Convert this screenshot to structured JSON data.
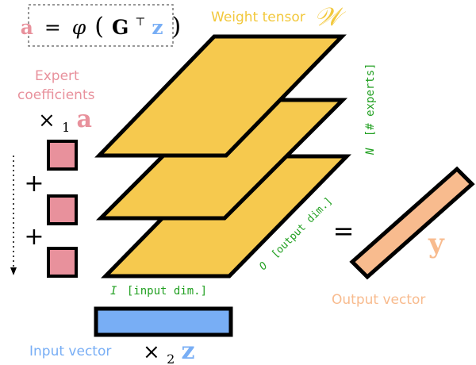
{
  "colors": {
    "coefficient": "#e8919c",
    "tensor": "#f6c94e",
    "input": "#78aef5",
    "output": "#f8bb8e",
    "axis_text": "#22a022",
    "pink_text": "#e8919c",
    "blue_text": "#78aef5",
    "orange_text": "#f8bb8e",
    "tensor_text": "#f2c83c",
    "stroke": "#000000"
  },
  "formula": {
    "lhs": "a",
    "equals": "=",
    "phi": "φ",
    "open": "(",
    "G": "G",
    "transpose": "⊤",
    "z": "z",
    "close": ")"
  },
  "labels": {
    "weight_tensor": "Weight tensor",
    "weight_symbol": "𝒲",
    "expert_coefficients_1": "Expert",
    "expert_coefficients_2": "coefficients",
    "mode1_times": "×",
    "mode1_sub": "1",
    "mode1_vec": "a",
    "plus": "+",
    "n_var": "N",
    "n_text": "[# experts]",
    "o_var": "O",
    "o_text": "[output dim.]",
    "i_var": "I",
    "i_text": "[input dim.]",
    "equals": "=",
    "y": "y",
    "output_vector": "Output vector",
    "input_vector": "Input vector",
    "mode2_times": "×",
    "mode2_sub": "2",
    "mode2_vec": "z"
  },
  "icons": {
    "sequence_arrow": "dotted-down-arrow-icon"
  }
}
